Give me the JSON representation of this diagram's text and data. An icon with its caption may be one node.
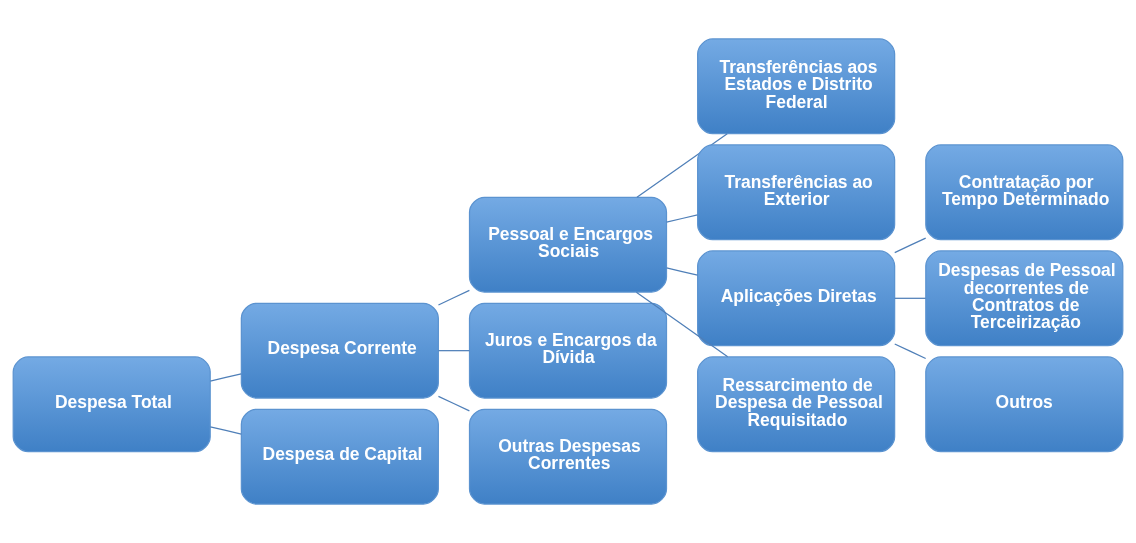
{
  "diagram": {
    "nodes": [
      {
        "text": [
          "Despesa Total"
        ]
      },
      {
        "text": [
          "Despesa Corrente"
        ]
      },
      {
        "text": [
          "Despesa de Capital"
        ]
      },
      {
        "text": [
          "Pessoal e Encargos Sociais"
        ]
      },
      {
        "text": [
          "Juros e Encargos da Dívida"
        ]
      },
      {
        "text": [
          "Outras Despesas Correntes"
        ]
      },
      {
        "text": [
          "Transferências aos Estados e Distrito Federal"
        ]
      },
      {
        "text": [
          "Transferências ao Exterior"
        ]
      },
      {
        "text": [
          "Aplicações Diretas"
        ]
      },
      {
        "text": [
          "Ressarcimento de Despesa de Pessoal Requisitado"
        ]
      },
      {
        "text": [
          "Contratação por Tempo Determinado"
        ]
      },
      {
        "text": [
          "Despesas de Pessoal decorrentes de Contratos de Terceirização"
        ]
      },
      {
        "text": [
          "Outros"
        ]
      }
    ],
    "edges": [
      {
        "from": 0,
        "to": 1,
        "arrow": "none"
      },
      {
        "from": 0,
        "to": 2,
        "arrow": "none"
      },
      {
        "from": 1,
        "to": 3,
        "arrow": "none"
      },
      {
        "from": 1,
        "to": 4,
        "arrow": "none"
      },
      {
        "from": 1,
        "to": 5,
        "arrow": "none"
      },
      {
        "from": 3,
        "to": 6,
        "arrow": "none"
      },
      {
        "from": 3,
        "to": 7,
        "arrow": "none"
      },
      {
        "from": 3,
        "to": 8,
        "arrow": "none"
      },
      {
        "from": 3,
        "to": 9,
        "arrow": "none"
      },
      {
        "from": 8,
        "to": 10,
        "arrow": "none"
      },
      {
        "from": 8,
        "to": 11,
        "arrow": "none"
      },
      {
        "from": 8,
        "to": 12,
        "arrow": "none"
      }
    ]
  }
}
